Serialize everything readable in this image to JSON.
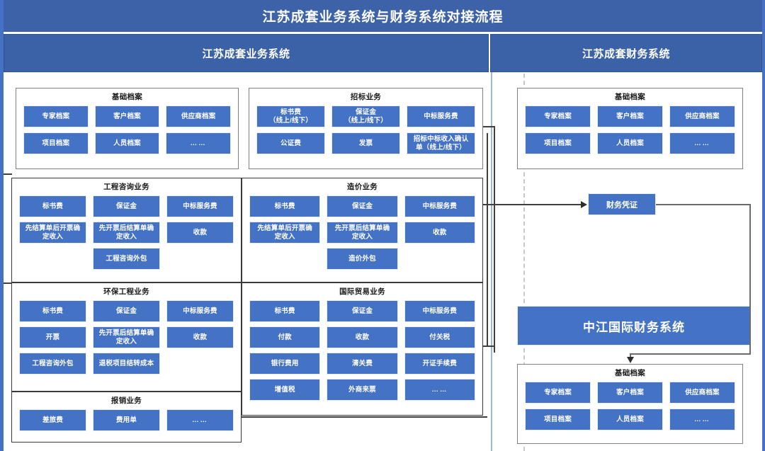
{
  "title": "江苏成套业务系统与财务系统对接流程",
  "systems": {
    "left_label": "江苏成套业务系统",
    "right_label": "江苏成套财务系统"
  },
  "panels": {
    "basic_archive_left": {
      "title": "基础档案",
      "items": [
        "专家档案",
        "客户档案",
        "供应商档案",
        "项目档案",
        "人员档案",
        "……"
      ]
    },
    "bidding": {
      "title": "招标业务",
      "items": [
        "标书费\n（线上/线下）",
        "保证金\n（线上/线下）",
        "中标服务费",
        "公证费",
        "发票",
        "招标中标收入确认\n单（线上/线下）"
      ]
    },
    "engineering_consulting": {
      "title": "工程咨询业务",
      "items": [
        "标书费",
        "保证金",
        "中标服务费",
        "先结算单后开票确\n定收入",
        "先开票后结算单确\n定收入",
        "收款",
        "",
        "工程咨询外包",
        ""
      ]
    },
    "cost_estimation": {
      "title": "造价业务",
      "items": [
        "标书费",
        "保证金",
        "中标服务费",
        "先结算单后开票确\n定收入",
        "先开票后结算单确\n定收入",
        "收款",
        "",
        "造价外包",
        ""
      ]
    },
    "environmental": {
      "title": "环保工程业务",
      "items": [
        "标书费",
        "保证金",
        "中标服务费",
        "开票",
        "先开票后结算单确\n定收入",
        "收款",
        "工程咨询外包",
        "退税项目结转成本",
        ""
      ]
    },
    "international_trade": {
      "title": "国际贸易业务",
      "items": [
        "标书费",
        "保证金",
        "中标服务费",
        "付款",
        "收款",
        "付关税",
        "银行费用",
        "清关费",
        "开证手续费",
        "增值税",
        "外商来票",
        "……"
      ]
    },
    "reimbursement": {
      "title": "报销业务",
      "items": [
        "差旅费",
        "费用单",
        "……"
      ]
    },
    "basic_archive_right_top": {
      "title": "基础档案",
      "items": [
        "专家档案",
        "客户档案",
        "供应商档案",
        "项目档案",
        "人员档案",
        "……"
      ]
    },
    "basic_archive_right_bottom": {
      "title": "基础档案",
      "items": [
        "专家档案",
        "客户档案",
        "供应商档案",
        "项目档案",
        "人员档案",
        "……"
      ]
    }
  },
  "nodes": {
    "voucher": "财务凭证",
    "finance_system": "中江国际财务系统"
  },
  "colors": {
    "chip_blue": "#4472C4",
    "header_blue": "#3B61A6",
    "title_blue": "#3D62A8",
    "panel_border": "#808080",
    "panel_border_dark": "#3A3A3A",
    "guide_blue": "#9DB4DE",
    "guide_dash": "#C9C9C9",
    "line_dark": "#3F3F3F"
  }
}
